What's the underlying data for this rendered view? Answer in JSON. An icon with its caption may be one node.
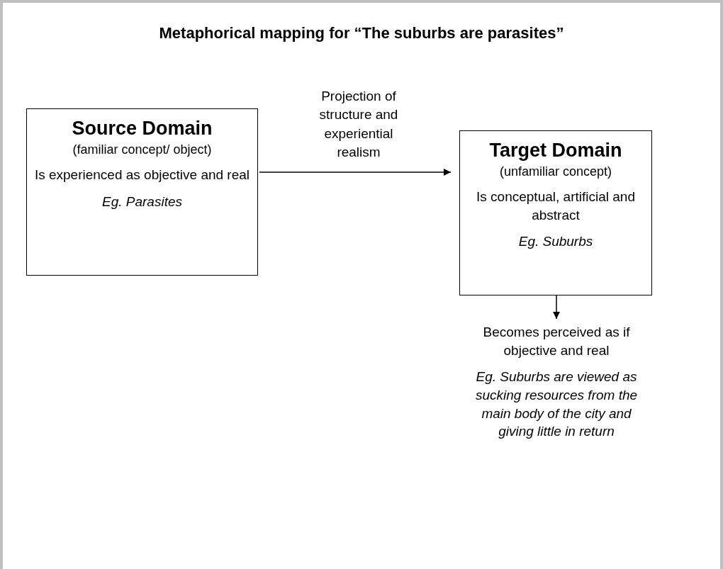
{
  "diagram": {
    "title": "Metaphorical mapping for “The suburbs are parasites”",
    "nodes": [
      {
        "text": [
          "Source Domain",
          "(familiar concept/ object)",
          "Is experienced as objective and real",
          "Eg. Parasites"
        ]
      },
      {
        "text": [
          "Target Domain",
          "(unfamiliar concept)",
          "Is conceptual, artificial and abstract",
          "Eg. Suburbs"
        ]
      },
      {
        "text": [
          "Becomes perceived as if objective and real",
          "Eg. Suburbs are viewed as sucking resources from the main body of the city and giving little in return"
        ]
      }
    ],
    "edges": [
      {
        "from": 0,
        "to": 1,
        "arrow": "to",
        "label": "Projection of structure and experiential realism"
      },
      {
        "from": 1,
        "to": 2,
        "arrow": "to"
      }
    ]
  }
}
